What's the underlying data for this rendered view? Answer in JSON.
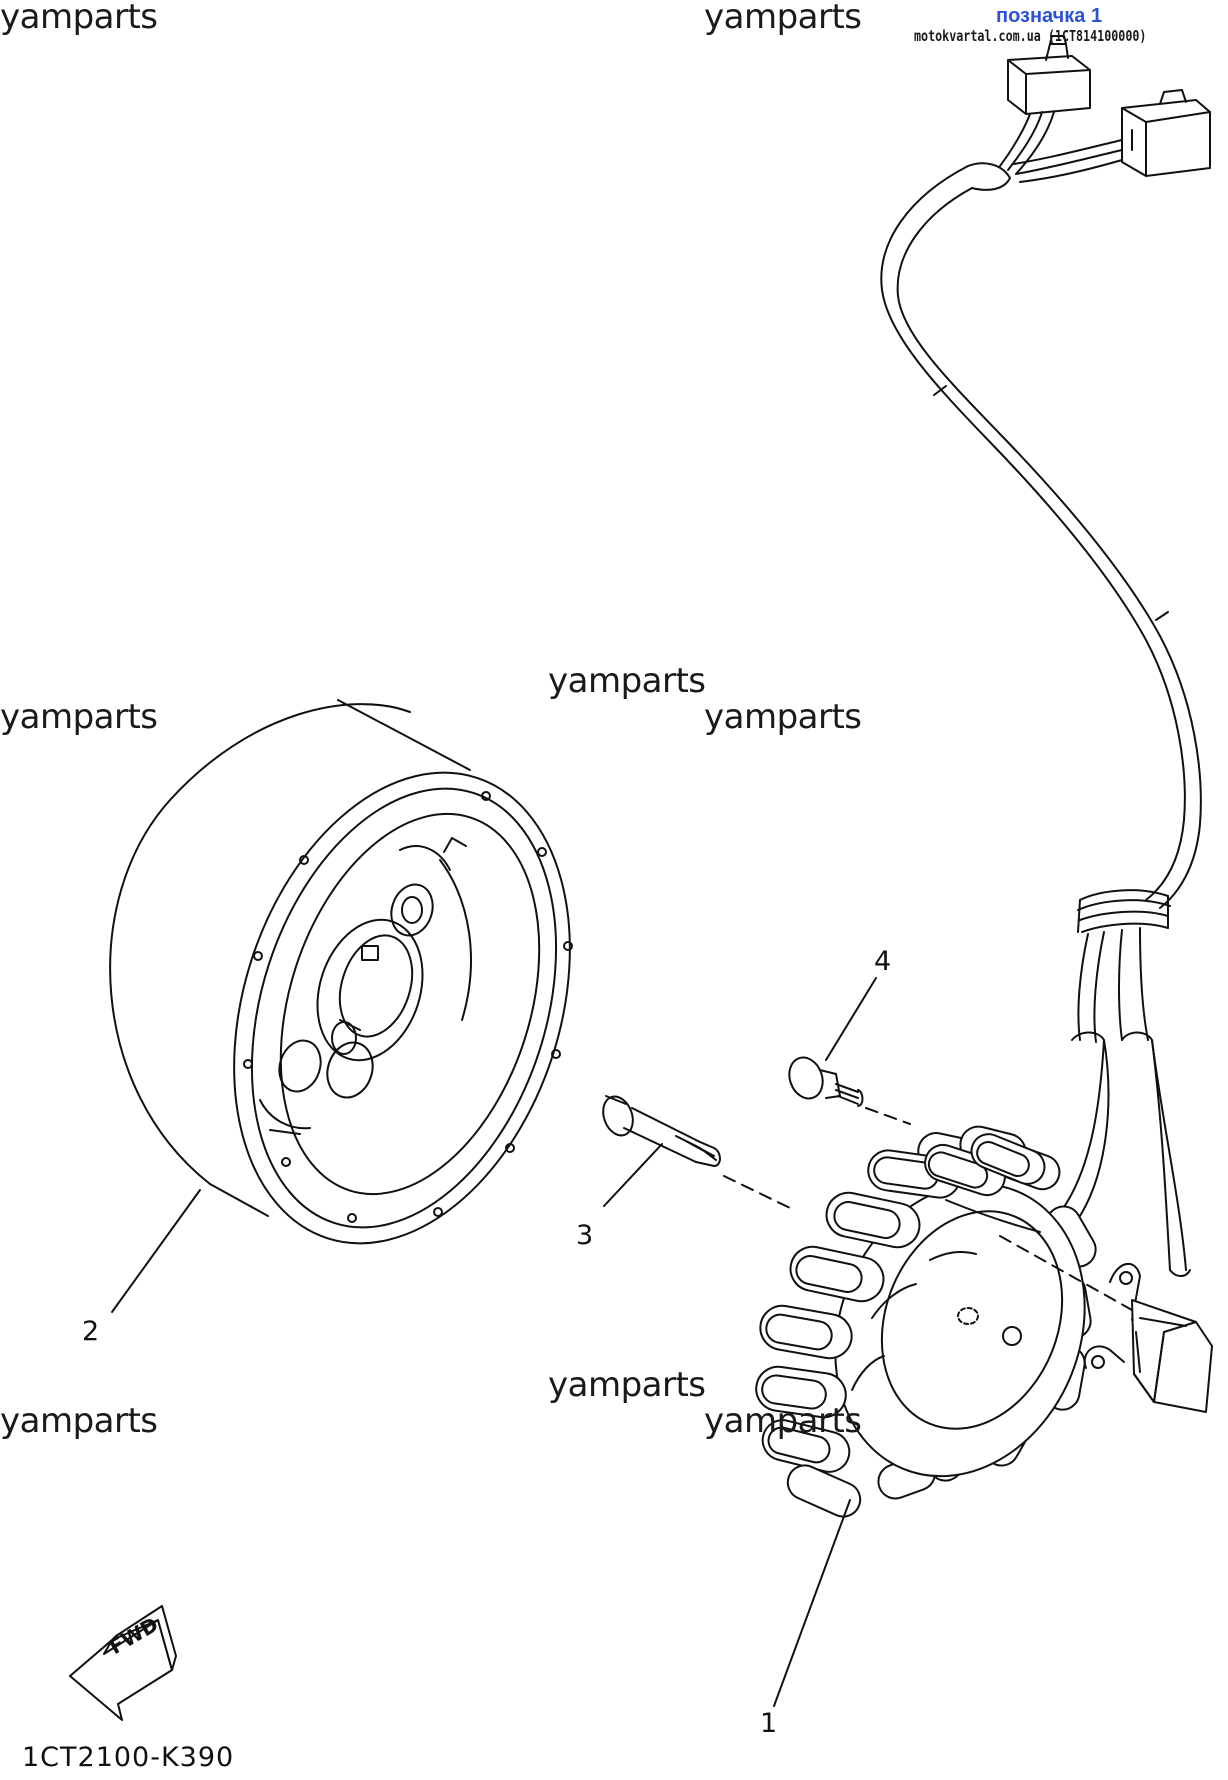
{
  "overlay": {
    "label": "позначка 1",
    "source": "motokvartal.com.ua (1CT814100000)"
  },
  "watermark": "yamparts",
  "callouts": [
    "1",
    "2",
    "3",
    "4"
  ],
  "diagram_code": "1CT2100-K390",
  "fwd_label": "FWD",
  "colors": {
    "line": "#111111",
    "overlay_text": "#2a52d6"
  }
}
